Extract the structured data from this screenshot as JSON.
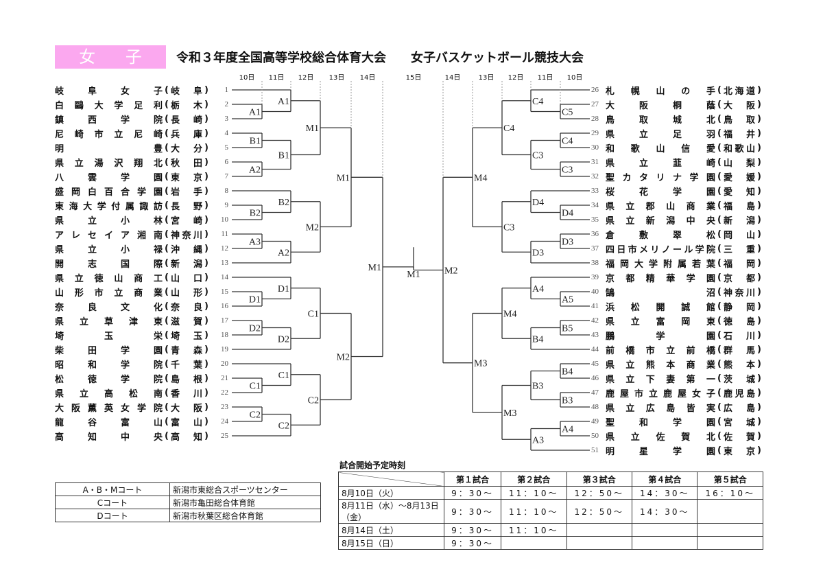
{
  "header": {
    "category": "女 子",
    "title": "令和３年度全国高等学校総合体育大会　　女子バスケットボール競技大会"
  },
  "days_left": [
    "10日",
    "11日",
    "12日",
    "13日",
    "14日"
  ],
  "day_center": "15日",
  "days_right": [
    "14日",
    "13日",
    "12日",
    "11日",
    "10日"
  ],
  "teams_left": [
    {
      "n": "1",
      "name": "岐阜女子",
      "pref": "岐阜"
    },
    {
      "n": "2",
      "name": "白鷗大学足利",
      "pref": "栃木"
    },
    {
      "n": "3",
      "name": "鎮西学院",
      "pref": "長崎"
    },
    {
      "n": "4",
      "name": "尼崎市立尼崎",
      "pref": "兵庫"
    },
    {
      "n": "5",
      "name": "明豊",
      "pref": "大分"
    },
    {
      "n": "6",
      "name": "県立湯沢翔北",
      "pref": "秋田"
    },
    {
      "n": "7",
      "name": "八雲学園",
      "pref": "東京"
    },
    {
      "n": "8",
      "name": "盛岡白百合学園",
      "pref": "岩手"
    },
    {
      "n": "9",
      "name": "東海大学付属諏訪",
      "pref": "長野"
    },
    {
      "n": "10",
      "name": "県立小林",
      "pref": "宮崎"
    },
    {
      "n": "11",
      "name": "アレセイア湘南",
      "pref": "神奈川"
    },
    {
      "n": "12",
      "name": "県立小禄",
      "pref": "沖縄"
    },
    {
      "n": "13",
      "name": "開志国際",
      "pref": "新潟"
    },
    {
      "n": "14",
      "name": "県立徳山商工",
      "pref": "山口"
    },
    {
      "n": "15",
      "name": "山形市立商業",
      "pref": "山形"
    },
    {
      "n": "16",
      "name": "奈良文化",
      "pref": "奈良"
    },
    {
      "n": "17",
      "name": "県立草津東",
      "pref": "滋賀"
    },
    {
      "n": "18",
      "name": "埼玉栄",
      "pref": "埼玉"
    },
    {
      "n": "19",
      "name": "柴田学園",
      "pref": "青森"
    },
    {
      "n": "20",
      "name": "昭和学院",
      "pref": "千葉"
    },
    {
      "n": "21",
      "name": "松徳学院",
      "pref": "島根"
    },
    {
      "n": "22",
      "name": "県立高松南",
      "pref": "香川"
    },
    {
      "n": "23",
      "name": "大阪薫英女学院",
      "pref": "大阪"
    },
    {
      "n": "24",
      "name": "龍谷富山",
      "pref": "富山"
    },
    {
      "n": "25",
      "name": "高知中央",
      "pref": "高知"
    }
  ],
  "teams_right": [
    {
      "n": "26",
      "name": "札幌山の手",
      "pref": "北海道"
    },
    {
      "n": "27",
      "name": "大阪桐蔭",
      "pref": "大阪"
    },
    {
      "n": "28",
      "name": "鳥取城北",
      "pref": "鳥取"
    },
    {
      "n": "29",
      "name": "県立足羽",
      "pref": "福井"
    },
    {
      "n": "30",
      "name": "和歌山信愛",
      "pref": "和歌山"
    },
    {
      "n": "31",
      "name": "県立韮崎",
      "pref": "山梨"
    },
    {
      "n": "32",
      "name": "聖カタリナ学園",
      "pref": "愛媛"
    },
    {
      "n": "33",
      "name": "桜花学園",
      "pref": "愛知"
    },
    {
      "n": "34",
      "name": "県立郡山商業",
      "pref": "福島"
    },
    {
      "n": "35",
      "name": "県立新潟中央",
      "pref": "新潟"
    },
    {
      "n": "36",
      "name": "倉敷翠松",
      "pref": "岡山"
    },
    {
      "n": "37",
      "name": "四日市メリノール学院",
      "pref": "三重"
    },
    {
      "n": "38",
      "name": "福岡大学附属若葉",
      "pref": "福岡"
    },
    {
      "n": "39",
      "name": "京都精華学園",
      "pref": "京都"
    },
    {
      "n": "40",
      "name": "鵠沼",
      "pref": "神奈川"
    },
    {
      "n": "41",
      "name": "浜松開誠館",
      "pref": "静岡"
    },
    {
      "n": "42",
      "name": "県立富岡東",
      "pref": "徳島"
    },
    {
      "n": "43",
      "name": "鵬学園",
      "pref": "石川"
    },
    {
      "n": "44",
      "name": "前橋市立前橋",
      "pref": "群馬"
    },
    {
      "n": "45",
      "name": "県立熊本商業",
      "pref": "熊本"
    },
    {
      "n": "46",
      "name": "県立下妻第一",
      "pref": "茨城"
    },
    {
      "n": "47",
      "name": "鹿屋市立鹿屋女子",
      "pref": "鹿児島"
    },
    {
      "n": "48",
      "name": "県立広島皆実",
      "pref": "広島"
    },
    {
      "n": "49",
      "name": "聖和学園",
      "pref": "宮城"
    },
    {
      "n": "50",
      "name": "県立佐賀北",
      "pref": "佐賀"
    },
    {
      "n": "51",
      "name": "明星学園",
      "pref": "東京"
    }
  ],
  "bracket_left": {
    "label": "M1",
    "c": [
      {
        "label": "M1",
        "c": [
          {
            "label": "M1",
            "c": [
              {
                "label": "A1",
                "c": [
                  1,
                  {
                    "label": "A1",
                    "c": [
                      2,
                      3
                    ]
                  }
                ]
              },
              {
                "label": "B1",
                "c": [
                  {
                    "label": "B1",
                    "c": [
                      4,
                      5
                    ]
                  },
                  {
                    "label": "A2",
                    "c": [
                      6,
                      7
                    ]
                  }
                ]
              }
            ]
          },
          {
            "label": "M2",
            "c": [
              {
                "label": "B2",
                "c": [
                  8,
                  {
                    "label": "B2",
                    "c": [
                      9,
                      10
                    ]
                  }
                ]
              },
              {
                "label": "A2",
                "c": [
                  {
                    "label": "A3",
                    "c": [
                      11,
                      12
                    ]
                  },
                  13
                ]
              }
            ]
          }
        ]
      },
      {
        "label": "M2",
        "c": [
          {
            "label": "C1",
            "c": [
              {
                "label": "D1",
                "c": [
                  14,
                  {
                    "label": "D1",
                    "c": [
                      15,
                      16
                    ]
                  }
                ]
              },
              {
                "label": "D2",
                "c": [
                  {
                    "label": "D2",
                    "c": [
                      17,
                      18
                    ]
                  },
                  19
                ]
              }
            ]
          },
          {
            "label": "C2",
            "c": [
              {
                "label": "C1",
                "c": [
                  20,
                  {
                    "label": "C1",
                    "c": [
                      21,
                      22
                    ]
                  }
                ]
              },
              {
                "label": "C2",
                "c": [
                  {
                    "label": "C2",
                    "c": [
                      23,
                      24
                    ]
                  },
                  25
                ]
              }
            ]
          }
        ]
      }
    ]
  },
  "bracket_right": {
    "label": "M2",
    "c": [
      {
        "label": "M4",
        "c": [
          {
            "label": "C4",
            "c": [
              {
                "label": "C4",
                "c": [
                  26,
                  {
                    "label": "C5",
                    "c": [
                      27,
                      28
                    ]
                  }
                ]
              },
              {
                "label": "C3",
                "c": [
                  {
                    "label": "C4",
                    "c": [
                      29,
                      30
                    ]
                  },
                  {
                    "label": "C3",
                    "c": [
                      31,
                      32
                    ]
                  }
                ]
              }
            ]
          },
          {
            "label": "C3",
            "c": [
              {
                "label": "D4",
                "c": [
                  33,
                  {
                    "label": "D4",
                    "c": [
                      34,
                      35
                    ]
                  }
                ]
              },
              {
                "label": "D3",
                "c": [
                  {
                    "label": "D3",
                    "c": [
                      36,
                      37
                    ]
                  },
                  38
                ]
              }
            ]
          }
        ]
      },
      {
        "label": "M3",
        "c": [
          {
            "label": "M4",
            "c": [
              {
                "label": "A4",
                "c": [
                  39,
                  {
                    "label": "A5",
                    "c": [
                      40,
                      41
                    ]
                  }
                ]
              },
              {
                "label": "B4",
                "c": [
                  {
                    "label": "B5",
                    "c": [
                      42,
                      43
                    ]
                  },
                  44
                ]
              }
            ]
          },
          {
            "label": "M3",
            "c": [
              {
                "label": "B3",
                "c": [
                  {
                    "label": "B4",
                    "c": [
                      45,
                      46
                    ]
                  },
                  {
                    "label": "B3",
                    "c": [
                      47,
                      48
                    ]
                  }
                ]
              },
              {
                "label": "A3",
                "c": [
                  {
                    "label": "A4",
                    "c": [
                      49,
                      50
                    ]
                  },
                  51
                ]
              }
            ]
          }
        ]
      }
    ]
  },
  "final_label": "M1",
  "venues": [
    {
      "court": "A・B・Mコート",
      "place": "新潟市東総合スポーツセンター"
    },
    {
      "court": "Cコート",
      "place": "新潟市亀田総合体育館"
    },
    {
      "court": "Dコート",
      "place": "新潟市秋葉区総合体育館"
    }
  ],
  "schedule": {
    "title": "試合開始予定時刻",
    "headers": [
      "第１試合",
      "第２試合",
      "第３試合",
      "第４試合",
      "第５試合"
    ],
    "rows": [
      {
        "date": "8月10日（火）",
        "times": [
          "9：30～",
          "11：10～",
          "12：50～",
          "14：30～",
          "16：10～"
        ]
      },
      {
        "date": "8月11日（水）～8月13日（金）",
        "times": [
          "9：30～",
          "11：10～",
          "12：50～",
          "14：30～",
          ""
        ]
      },
      {
        "date": "8月14日（土）",
        "times": [
          "9：30～",
          "11：10～",
          "",
          "",
          ""
        ]
      },
      {
        "date": "8月15日（日）",
        "times": [
          "9：30～",
          "",
          "",
          "",
          ""
        ]
      }
    ]
  }
}
